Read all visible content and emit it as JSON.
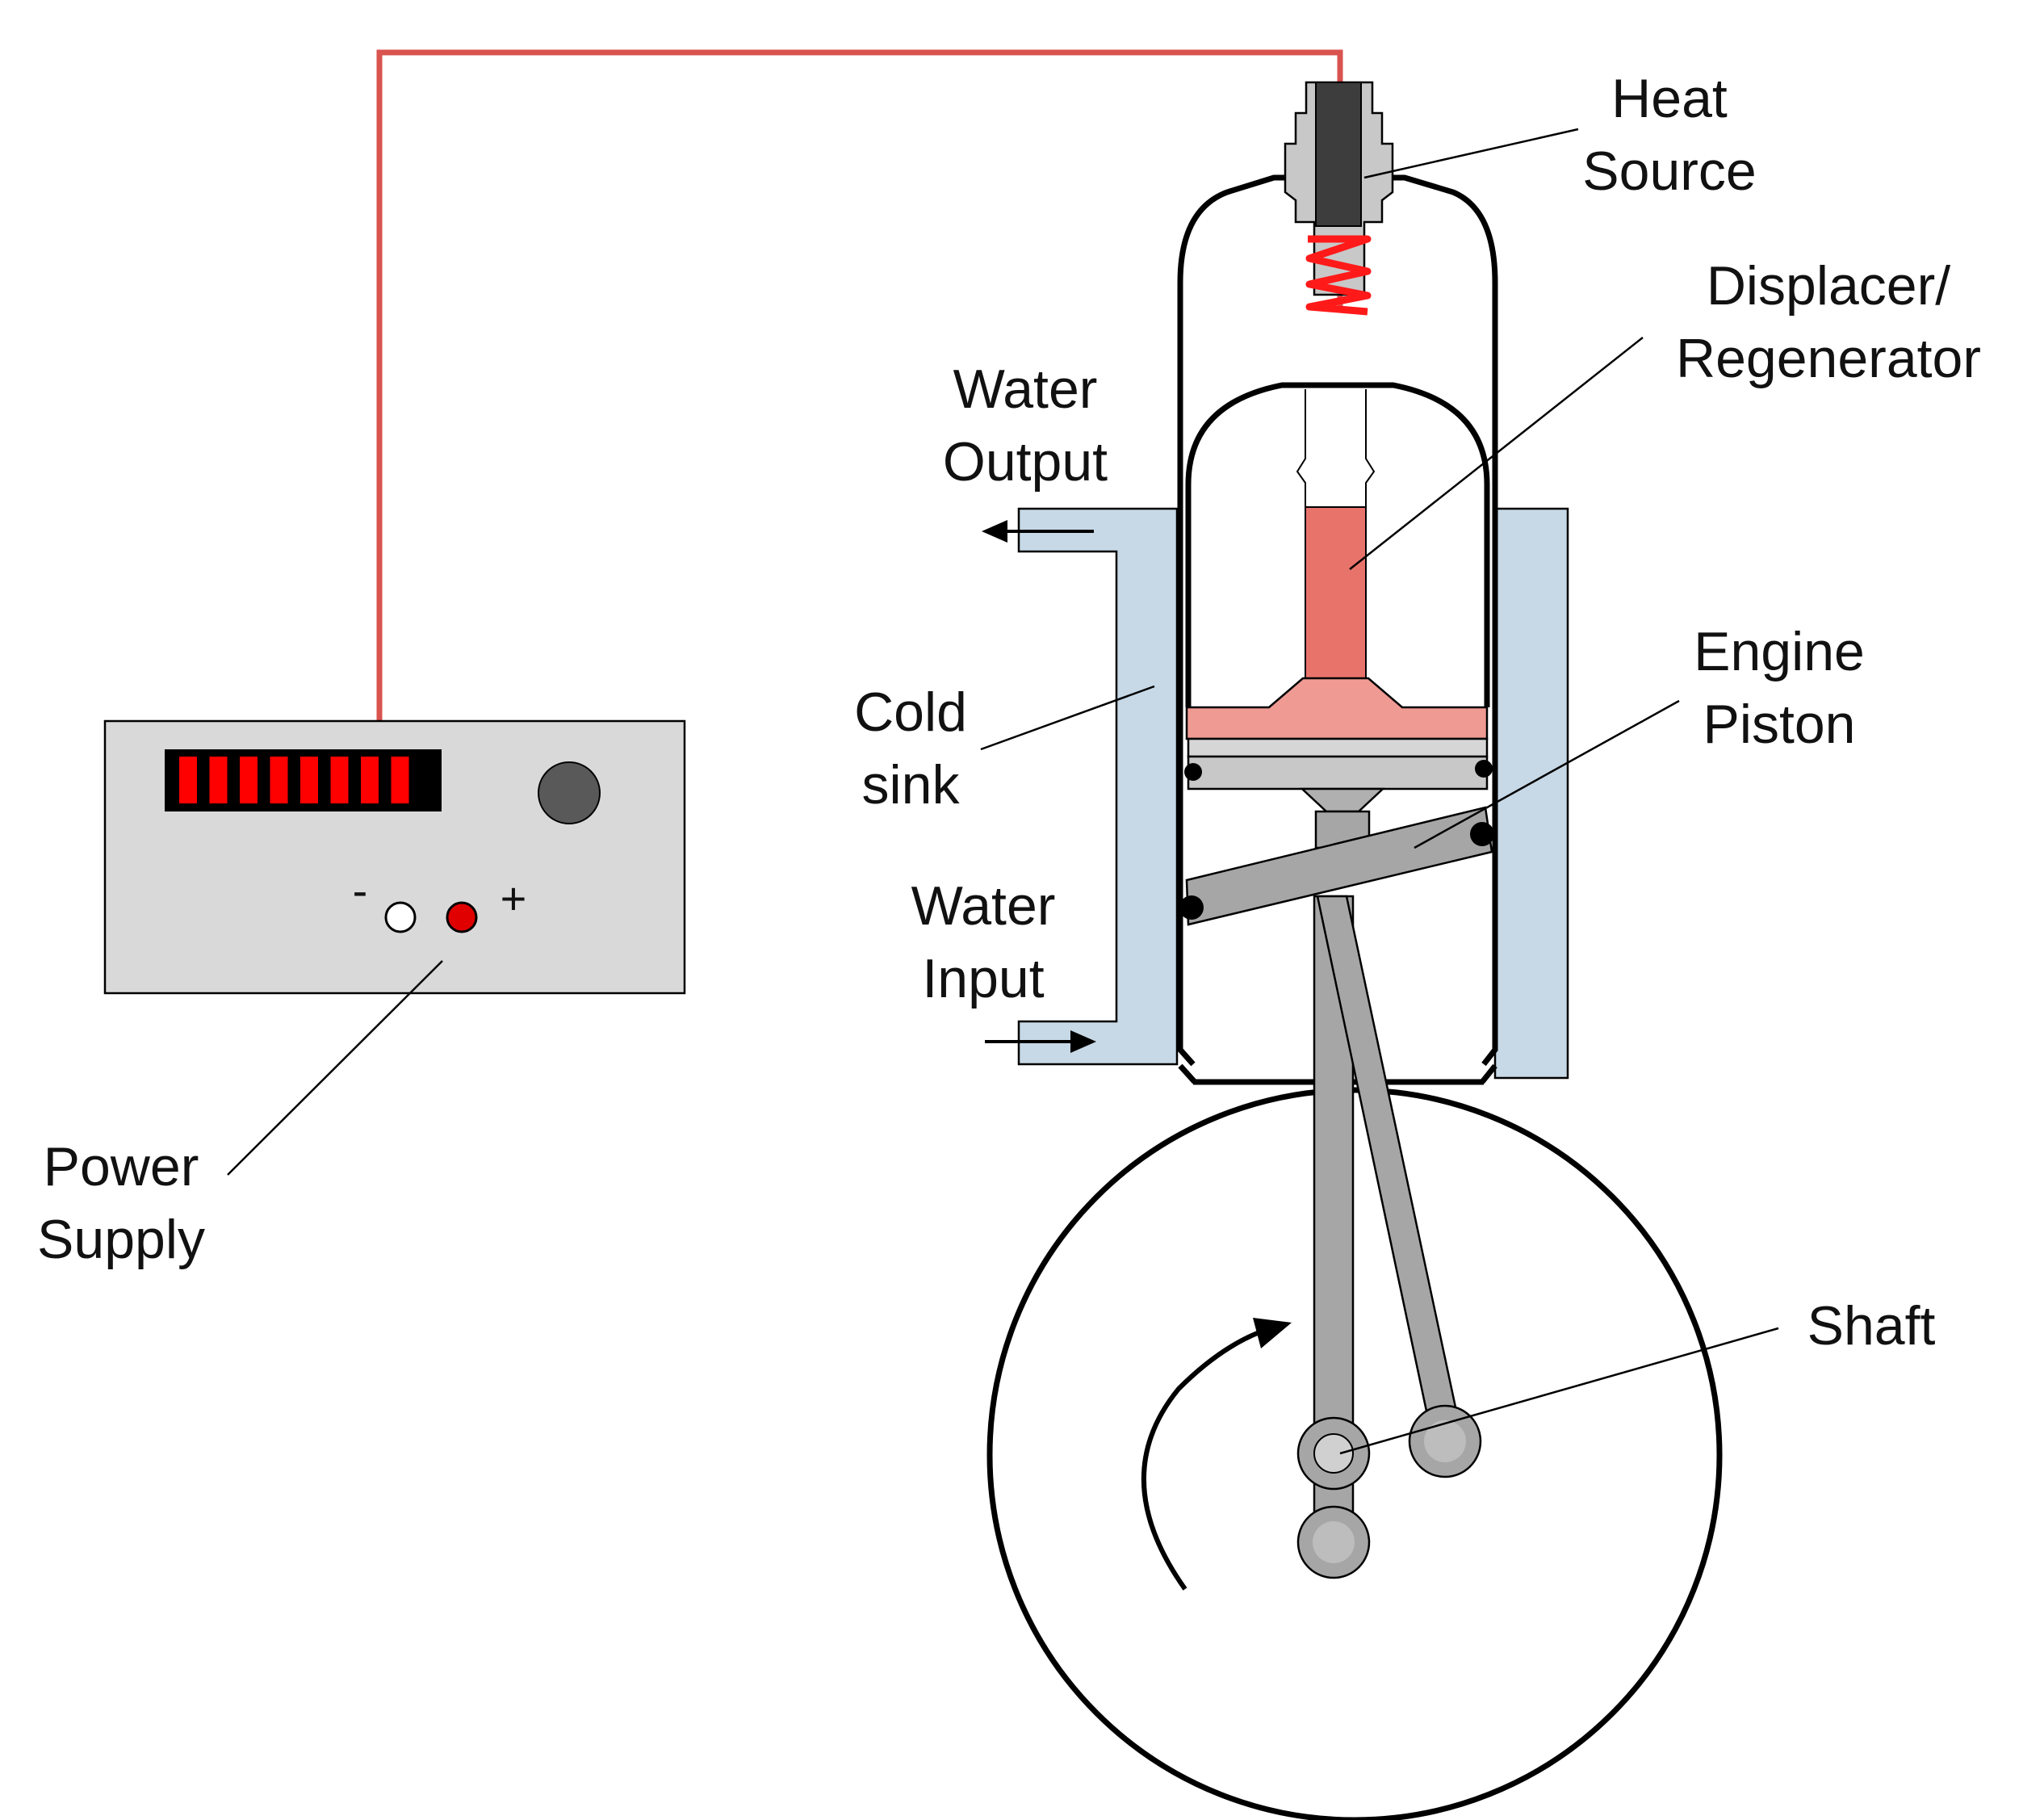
{
  "labels": {
    "heat_source": [
      "Heat",
      "Source"
    ],
    "displacer_regenerator": [
      "Displacer/",
      "Regenerator"
    ],
    "water_output": [
      "Water",
      "Output"
    ],
    "cold_sink": [
      "Cold",
      "sink"
    ],
    "engine_piston": [
      "Engine",
      "Piston"
    ],
    "water_input": [
      "Water",
      "Input"
    ],
    "power_supply": [
      "Power",
      "Supply"
    ],
    "shaft": "Shaft"
  },
  "power_supply": {
    "terminal_minus": "-",
    "terminal_plus": "+",
    "display_segments": 8
  },
  "colors": {
    "wire": "#d9534f",
    "heater_coil": "#ff1a1a",
    "regenerator": "#e8736b",
    "displacer_base": "#f09a94",
    "cold_sink": "#c7d8e6",
    "metal": "#a6a6a6",
    "metal_light": "#d0d0d0",
    "panel": "#d9d9d9",
    "display_bg": "#000000",
    "display_segment": "#ff0000",
    "knob": "#595959",
    "terminal_plus": "#e00000"
  }
}
